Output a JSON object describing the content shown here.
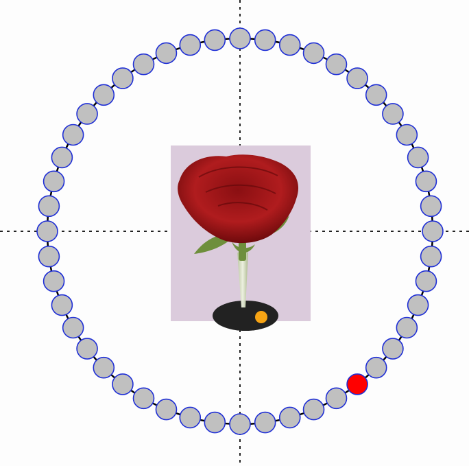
{
  "viewer": {
    "frame_count": 48,
    "current_frame": 7,
    "frame_fill": "#c0c0c0",
    "frame_stroke": "#1f2fd6",
    "active_fill": "#ff0000",
    "ring_color": "#000000",
    "crosshair_color": "#222222"
  },
  "photo": {
    "subject": "red-rose",
    "background": "#dbcbdc",
    "petal_color": "#9e1416",
    "stem_color": "#6e8f3c",
    "base_color": "#222222",
    "marker_color": "#f7a414"
  }
}
